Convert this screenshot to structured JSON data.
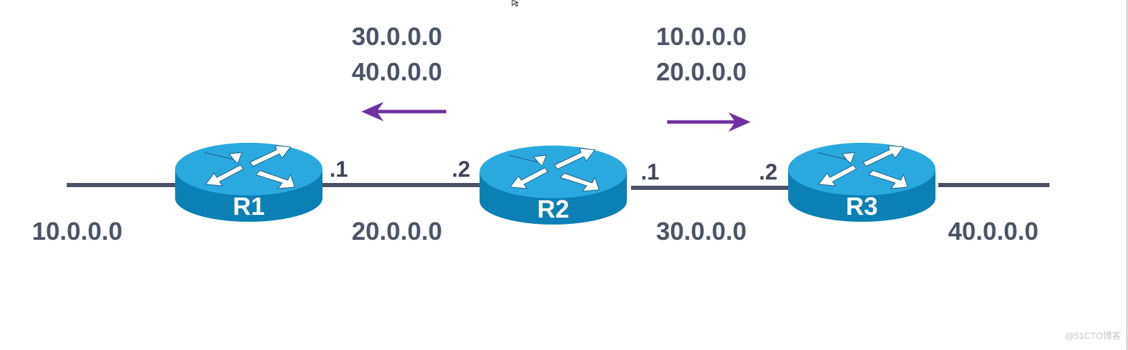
{
  "networks": {
    "left": "10.0.0.0",
    "r1_r2": "20.0.0.0",
    "r2_r3": "30.0.0.0",
    "right": "40.0.0.0"
  },
  "interfaces": {
    "r1_right": ".1",
    "r2_left": ".2",
    "r2_right": ".1",
    "r3_left": ".2"
  },
  "routers": [
    {
      "label": "R1"
    },
    {
      "label": "R2"
    },
    {
      "label": "R3"
    }
  ],
  "updates": {
    "leftward": [
      "30.0.0.0",
      "40.0.0.0"
    ],
    "rightward": [
      "10.0.0.0",
      "20.0.0.0"
    ]
  },
  "colors": {
    "router_top": "#2aa9df",
    "router_body": "#0b80b4",
    "link": "#4a5163",
    "arrow": "#7030a0",
    "text": "#4b5566"
  },
  "watermark": "@51CTO博客"
}
